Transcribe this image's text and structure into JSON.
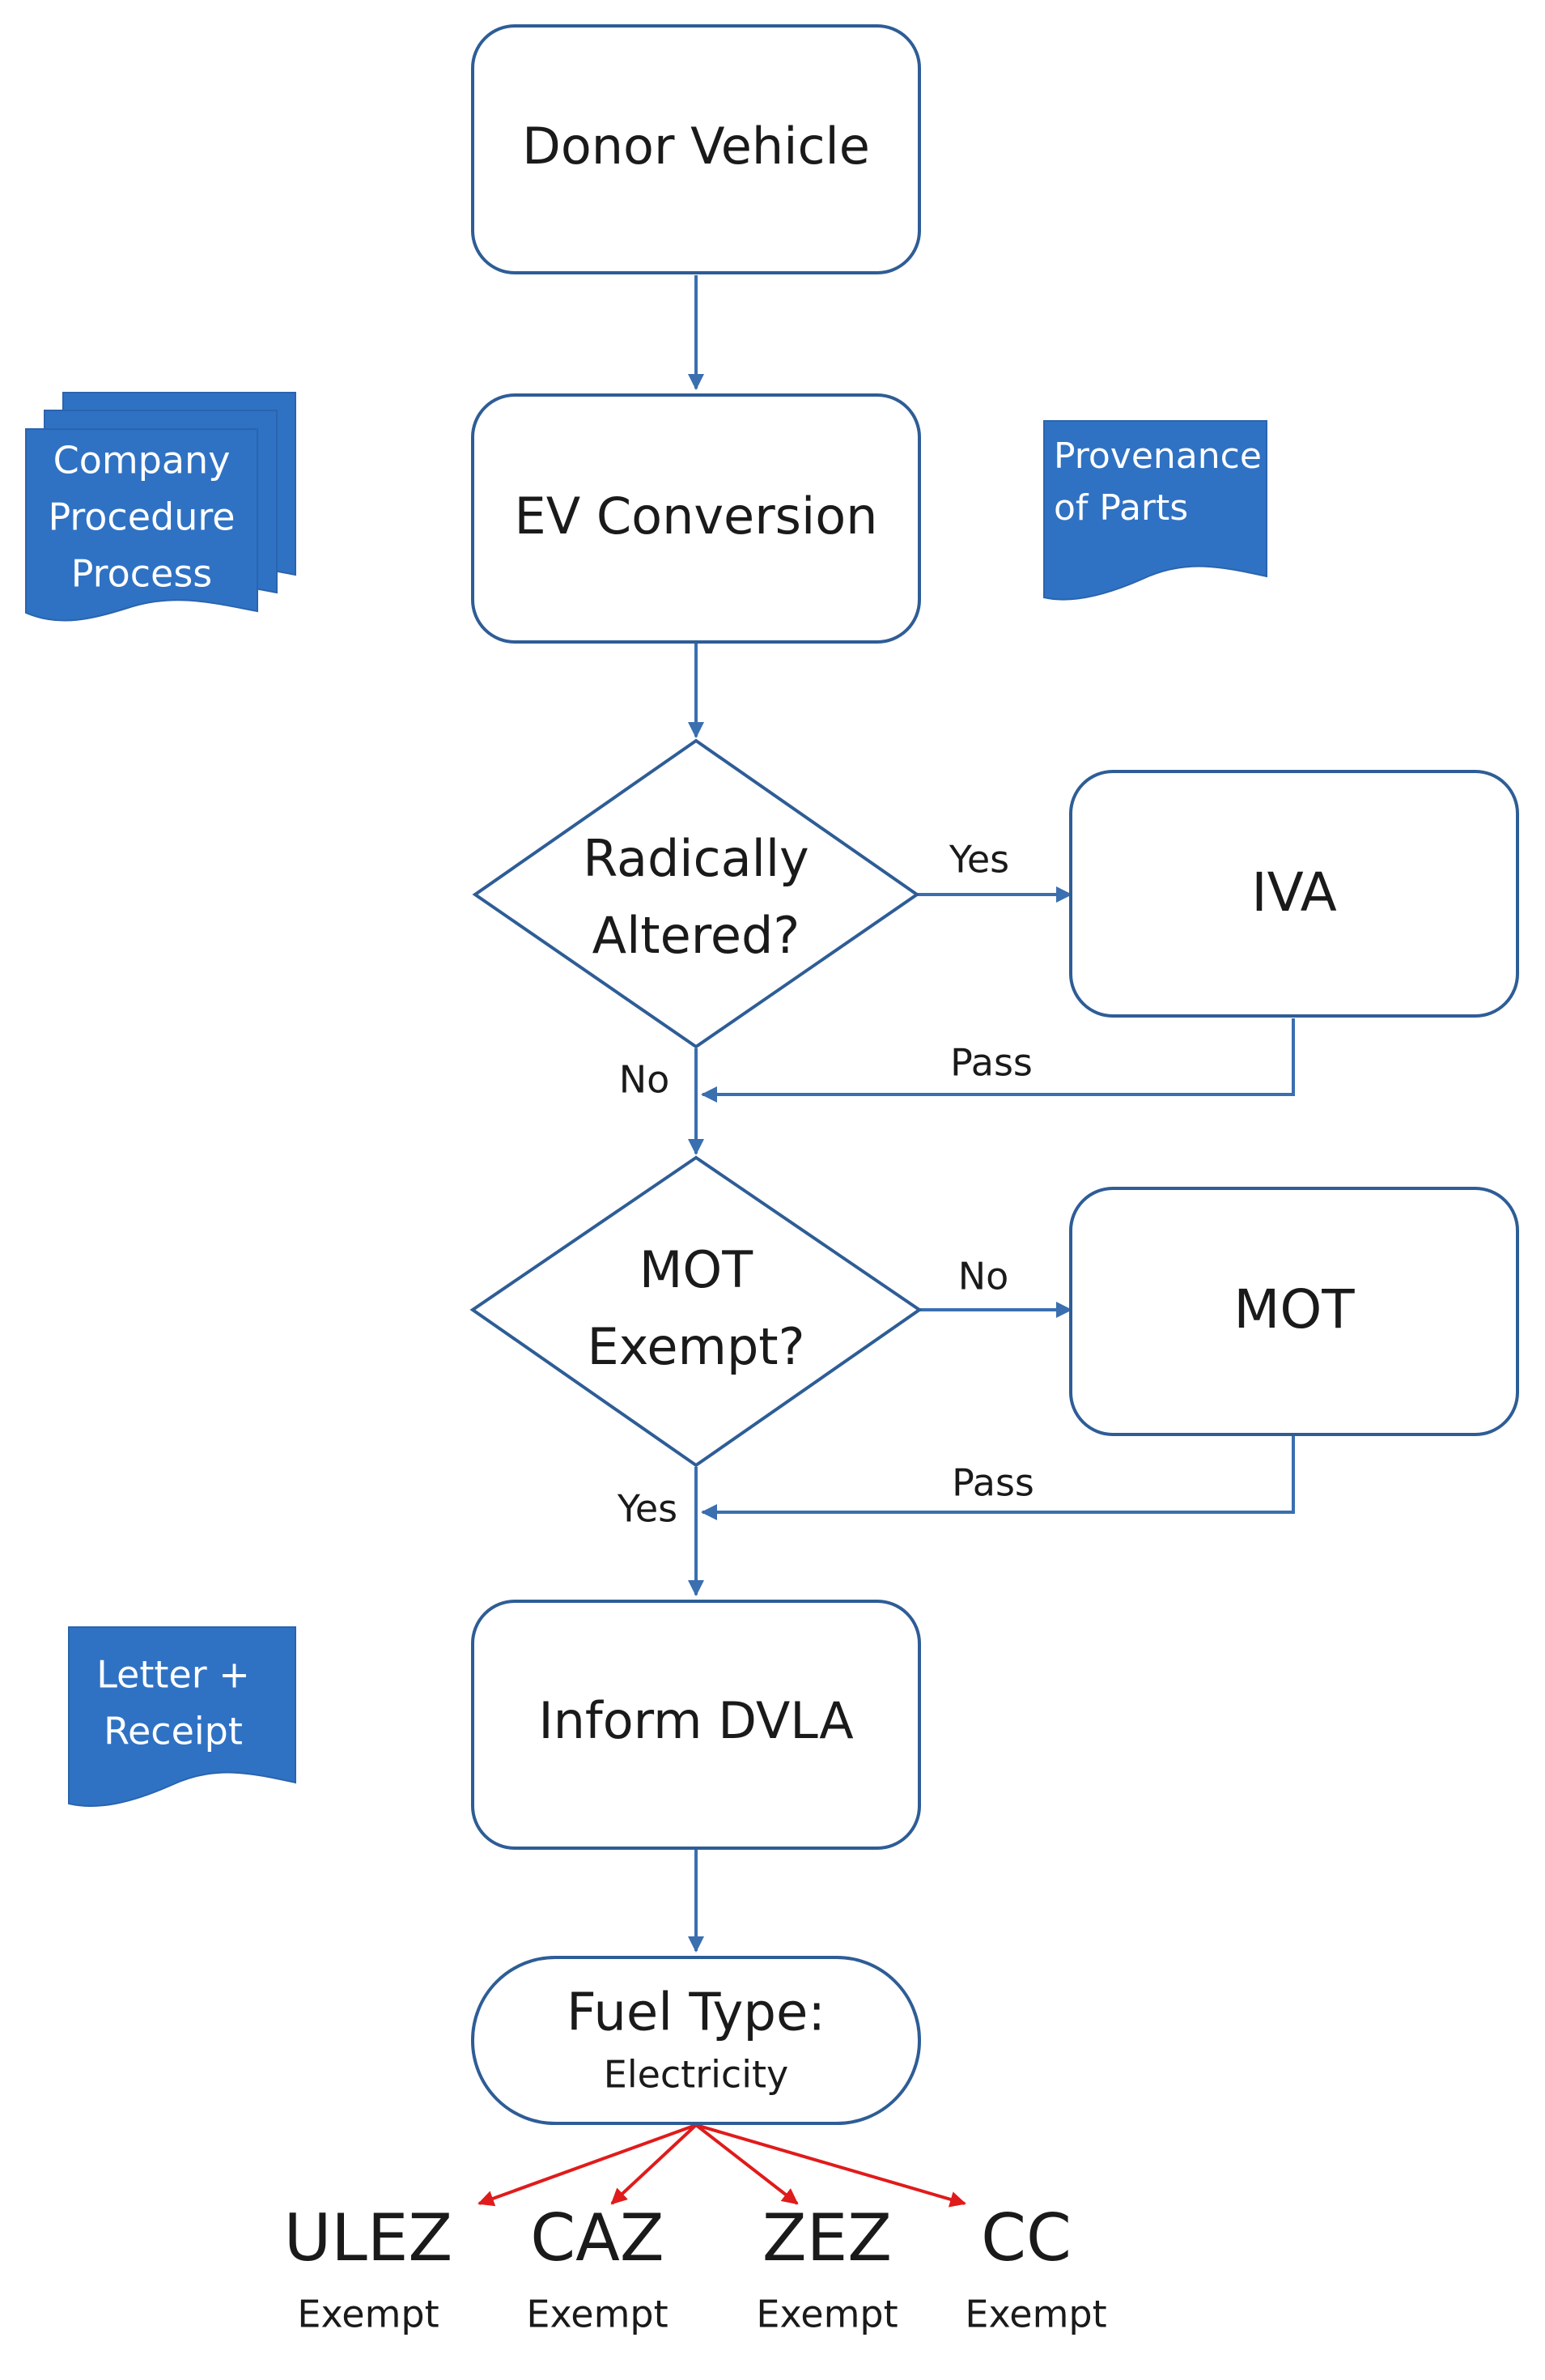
{
  "nodes": {
    "donor": "Donor Vehicle",
    "ev_conversion": "EV Conversion",
    "radically_line1": "Radically",
    "radically_line2": "Altered?",
    "iva": "IVA",
    "mot_exempt_line1": "MOT",
    "mot_exempt_line2": "Exempt?",
    "mot": "MOT",
    "inform_dvla": "Inform DVLA",
    "fuel_type_title": "Fuel Type:",
    "fuel_type_value": "Electricity"
  },
  "edge_labels": {
    "radically_yes": "Yes",
    "radically_no": "No",
    "iva_pass": "Pass",
    "mot_exempt_no": "No",
    "mot_exempt_yes": "Yes",
    "mot_pass": "Pass"
  },
  "documents": {
    "company_line1": "Company",
    "company_line2": "Procedure",
    "company_line3": "Process",
    "provenance_line1": "Provenance",
    "provenance_line2": "of Parts",
    "letter_line1": "Letter +",
    "letter_line2": "Receipt"
  },
  "exemptions": [
    {
      "code": "ULEZ",
      "label": "Exempt"
    },
    {
      "code": "CAZ",
      "label": "Exempt"
    },
    {
      "code": "ZEZ",
      "label": "Exempt"
    },
    {
      "code": "CC",
      "label": "Exempt"
    }
  ],
  "colors": {
    "flow_blue": "#3a6fb0",
    "document_blue": "#2f72c4",
    "exempt_arrow_red": "#e01b1b"
  }
}
